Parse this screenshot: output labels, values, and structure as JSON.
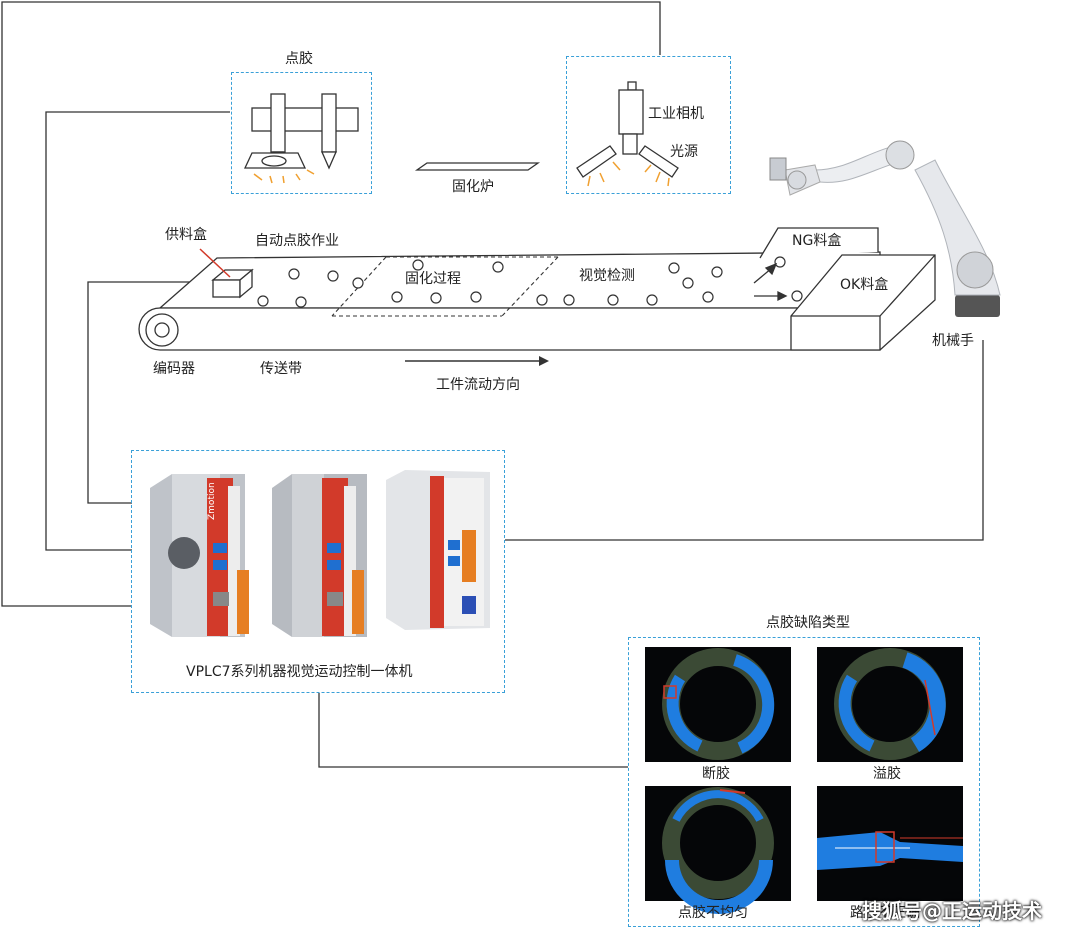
{
  "stations": {
    "dispensing": "点胶",
    "curing_oven": "固化炉",
    "industrial_camera": "工业相机",
    "light_source": "光源"
  },
  "conveyor": {
    "feeder_box": "供料盒",
    "auto_dispensing": "自动点胶作业",
    "curing_process": "固化过程",
    "visual_inspection": "视觉检测",
    "ng_box": "NG料盒",
    "ok_box": "OK料盒",
    "encoder": "编码器",
    "belt": "传送带",
    "flow_direction": "工件流动方向",
    "robot_arm": "机械手"
  },
  "controller": {
    "caption": "VPLC7系列机器视觉运动控制一体机",
    "brand": "Zmotion"
  },
  "defects": {
    "title": "点胶缺陷类型",
    "items": [
      {
        "label": "断胶"
      },
      {
        "label": "溢胶"
      },
      {
        "label": "点胶不均匀"
      },
      {
        "label": "路径不正确"
      }
    ]
  },
  "watermark": "搜狐号@正运动技术",
  "colors": {
    "dashed_border": "#3aa0d8",
    "glow": "#f0a030",
    "controller_red": "#d23a2a",
    "glue_blue": "#1f7de0"
  }
}
